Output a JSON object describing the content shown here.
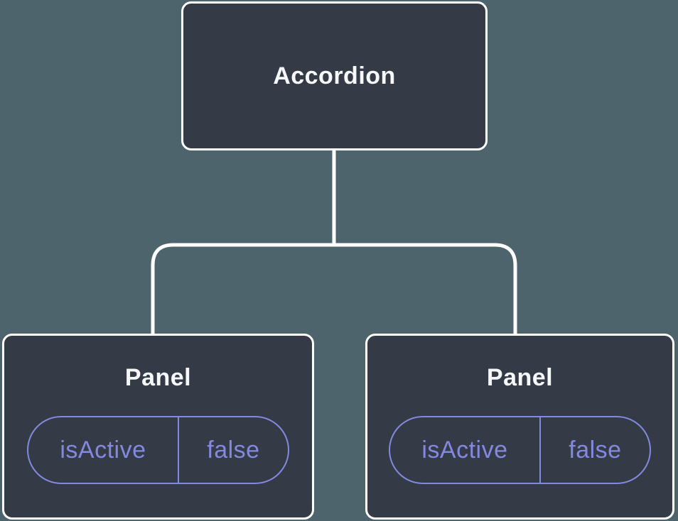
{
  "colors": {
    "background": "#4D646C",
    "node_fill": "#343A46",
    "node_border": "#FFFFFF",
    "title_text": "#F6F7F9",
    "accent_purple": "#8389DF"
  },
  "diagram": {
    "type": "component-tree",
    "root": {
      "label": "Accordion"
    },
    "children": [
      {
        "label": "Panel",
        "state": {
          "name": "isActive",
          "value": "false"
        }
      },
      {
        "label": "Panel",
        "state": {
          "name": "isActive",
          "value": "false"
        }
      }
    ]
  }
}
